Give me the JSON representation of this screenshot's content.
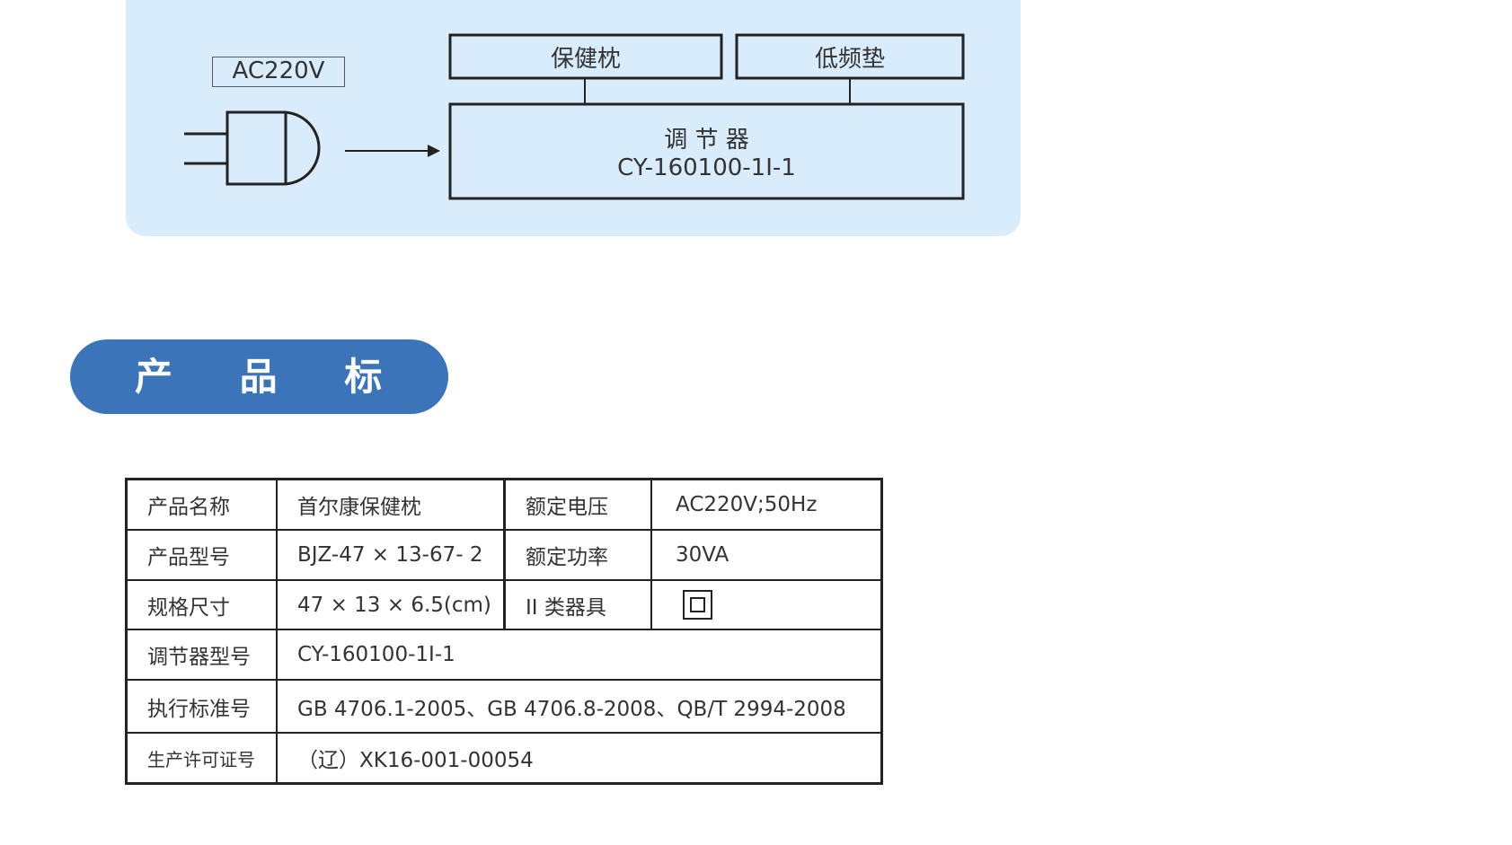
{
  "diagram": {
    "ac_label": "AC220V",
    "box_pillow": "保健枕",
    "box_pad": "低频垫",
    "regulator_title": "调 节 器",
    "regulator_model": "CY-160100-1I-1"
  },
  "section": {
    "title": "产 品 标 识",
    "accent_color": "#3b74b9"
  },
  "table": {
    "rows": [
      {
        "label": "产品名称",
        "value": "首尔康保健枕",
        "label2": "额定电压",
        "value2": "AC220V;50Hz"
      },
      {
        "label": "产品型号",
        "value": "BJZ-47 × 13-67- 2",
        "label2": "额定功率",
        "value2": "30VA"
      },
      {
        "label": "规格尺寸",
        "value": "47 × 13 × 6.5(cm)",
        "label2": "II 类器具",
        "value2_icon": "double-square-class-ii-icon"
      },
      {
        "label": "调节器型号",
        "value": "CY-160100-1I-1"
      },
      {
        "label": "执行标准号",
        "value": "GB 4706.1-2005、GB 4706.8-2008、QB/T 2994-2008"
      },
      {
        "label": "生产许可证号",
        "value": "（辽）XK16-001-00054"
      }
    ]
  },
  "colors": {
    "panel_background": "#d9ecfb",
    "line": "#222222"
  }
}
